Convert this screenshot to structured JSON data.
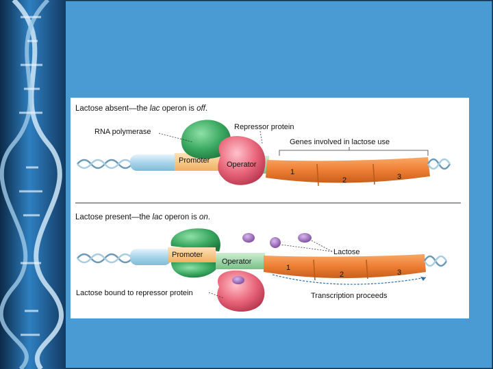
{
  "slide": {
    "background_color": "#4a9bd3",
    "border_color": "#0d2c4a",
    "decoration": "dna-helix-strip"
  },
  "figure": {
    "panel_off": {
      "title_prefix": "Lactose absent—the ",
      "title_italic": "lac",
      "title_mid": " operon is ",
      "title_state": "off",
      "title_end": ".",
      "rna_polymerase": "RNA polymerase",
      "repressor_protein": "Repressor protein",
      "genes_label": "Genes involved in lactose use",
      "promoter": "Promoter",
      "operator": "Operator",
      "gene_numbers": [
        "1",
        "2",
        "3"
      ]
    },
    "panel_on": {
      "title_prefix": "Lactose present—the ",
      "title_italic": "lac",
      "title_mid": " operon is ",
      "title_state": "on",
      "title_end": ".",
      "lactose": "Lactose",
      "promoter": "Promoter",
      "operator": "Operator",
      "bound_repressor": "Lactose bound to repressor protein",
      "transcription": "Transcription proceeds",
      "gene_numbers": [
        "1",
        "2",
        "3"
      ]
    },
    "colors": {
      "dna_light": "#bfe0f0",
      "promoter": "#f7c27e",
      "operator": "#9fd6a6",
      "genes": "#f0883e",
      "polymerase": "#3aa860",
      "repressor": "#e86478",
      "lactose": "#8a5aa8"
    }
  }
}
